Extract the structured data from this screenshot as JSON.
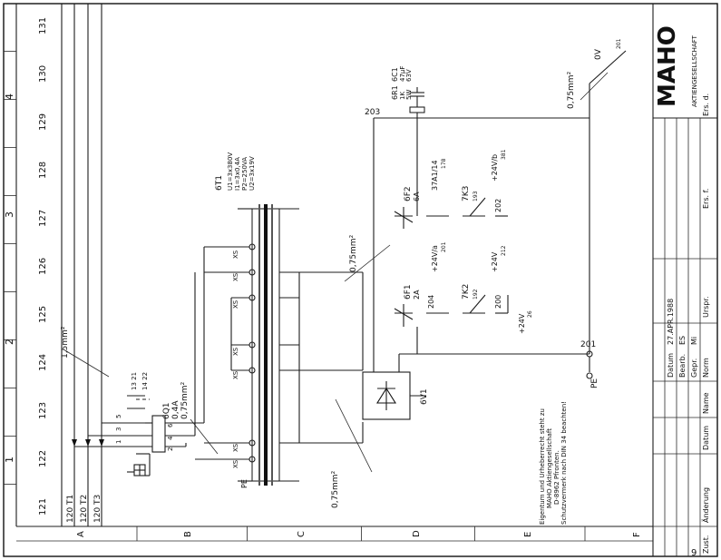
{
  "columns": [
    "121",
    "122",
    "123",
    "124",
    "125",
    "126",
    "127",
    "128",
    "129",
    "130",
    "131"
  ],
  "sections": [
    "1",
    "2",
    "3",
    "4"
  ],
  "rows": [
    "A",
    "B",
    "C",
    "D",
    "E",
    "F"
  ],
  "busbars": [
    "120 T1",
    "120 T2",
    "120 T3"
  ],
  "cable_top": "1,5mm²",
  "fuse6Q1": {
    "name": "6Q1",
    "rating": "0,4A",
    "wire": "0,75mm²",
    "contacts": "13 21",
    "contacts2": "14 22"
  },
  "terminals": {
    "top": [
      "1",
      "3",
      "5"
    ],
    "bottom": [
      "2",
      "4",
      "6"
    ]
  },
  "transformer": {
    "name": "6T1",
    "spec": [
      "U1=3x380V",
      "I1=3x0,4A",
      "P2=250VA",
      "U2=3x19V"
    ]
  },
  "xs_labels": [
    "XS",
    "XS",
    "XS",
    "XS",
    "XS",
    "XS",
    "XS"
  ],
  "pe_left": "PE",
  "wire_075_mid": "0,75mm²",
  "wire_075_bottom": "0,75mm²",
  "rectifier": "6V1",
  "node201": "201",
  "node203": "203",
  "node200": "200",
  "node202": "202",
  "node204": "204",
  "pe_right": "PE",
  "fuse6F1": {
    "name": "6F1",
    "rating": "2A"
  },
  "fuse6F2": {
    "name": "6F2",
    "rating": "6A"
  },
  "relay7K2": {
    "name": "7K2",
    "ref": "192"
  },
  "relay7K3": {
    "name": "7K3",
    "ref": "193"
  },
  "out_24va": {
    "label": "+24V/a",
    "ref": "201"
  },
  "out_24v": {
    "label": "+24V",
    "ref": "212"
  },
  "out_24vb": {
    "label": "+24V/b",
    "ref": "381"
  },
  "out_37a1": {
    "label": "37A1/14",
    "ref": "178"
  },
  "out_24v_26": {
    "label": "+24V",
    "ref": "26"
  },
  "capacitor": {
    "r": "6R1",
    "r_val": [
      "1K",
      "5W"
    ],
    "c": "6C1",
    "c_val": [
      "47µF",
      "63V"
    ]
  },
  "ov_out": {
    "wire": "0,75mm²",
    "label": "0V",
    "ref": "201"
  },
  "notice": [
    "Eigentum und Urheberrecht steht zu",
    "MAHO Aktiengesellschaft",
    "D-8962 Pfronten.",
    "Schutzvermerk nach DIN 34 beachten!"
  ],
  "title_block": {
    "datum_label": "Datum",
    "datum": "27.APR.1988",
    "bearb_label": "Bearb.",
    "bearb": "ES",
    "gepr_label": "Gepr.",
    "gepr": "Mi",
    "norm_label": "Norm",
    "ursp": "Urspr.",
    "ers_f": "Ers. f.",
    "ers_d": "Ers. d.",
    "zust": "Zust.",
    "aenderung": "Änderung",
    "datum2": "Datum",
    "name": "Name"
  },
  "logo": {
    "brand": "MAHO",
    "sub": "AKTIENGESELLSCHAFT"
  },
  "page_mark": "9"
}
